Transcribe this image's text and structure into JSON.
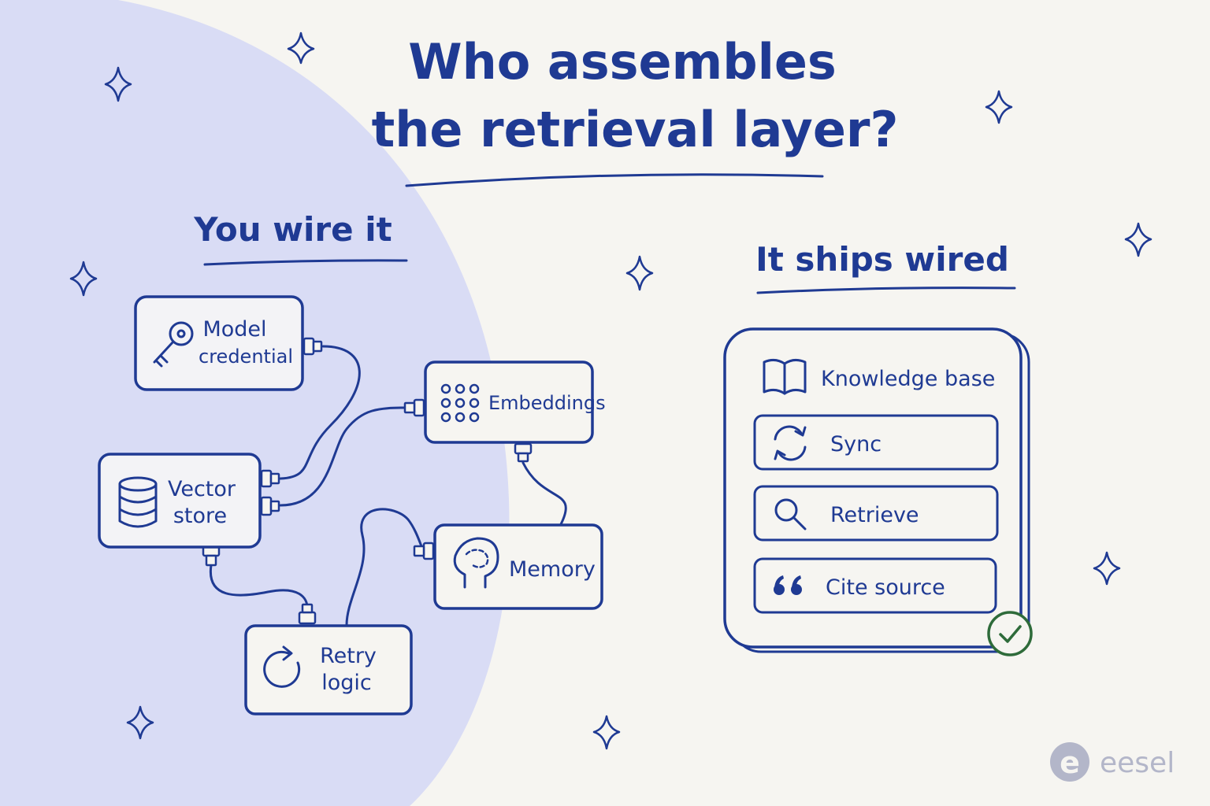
{
  "title": {
    "line1": "Who assembles",
    "line2": "the retrieval layer?"
  },
  "left": {
    "heading": "You wire it",
    "nodes": {
      "model_credential": {
        "line1": "Model",
        "line2": "credential",
        "icon": "key-icon"
      },
      "embeddings": {
        "label": "Embeddings",
        "icon": "dots-grid-icon"
      },
      "vector_store": {
        "line1": "Vector",
        "line2": "store",
        "icon": "database-icon"
      },
      "memory": {
        "label": "Memory",
        "icon": "brain-head-icon"
      },
      "retry_logic": {
        "line1": "Retry",
        "line2": "logic",
        "icon": "retry-icon"
      }
    }
  },
  "right": {
    "heading": "It ships wired",
    "card": {
      "header": "Knowledge base",
      "header_icon": "book-icon",
      "rows": [
        {
          "label": "Sync",
          "icon": "sync-icon"
        },
        {
          "label": "Retrieve",
          "icon": "search-icon"
        },
        {
          "label": "Cite source",
          "icon": "quote-icon"
        }
      ],
      "badge_icon": "check-icon"
    }
  },
  "brand": {
    "name": "eesel",
    "logo_letter": "e"
  },
  "colors": {
    "ink": "#1f3a93",
    "panel": "#d9dcf5",
    "background": "#f6f5f1",
    "check": "#2e6b3a",
    "brand": "#b3b6c9"
  }
}
